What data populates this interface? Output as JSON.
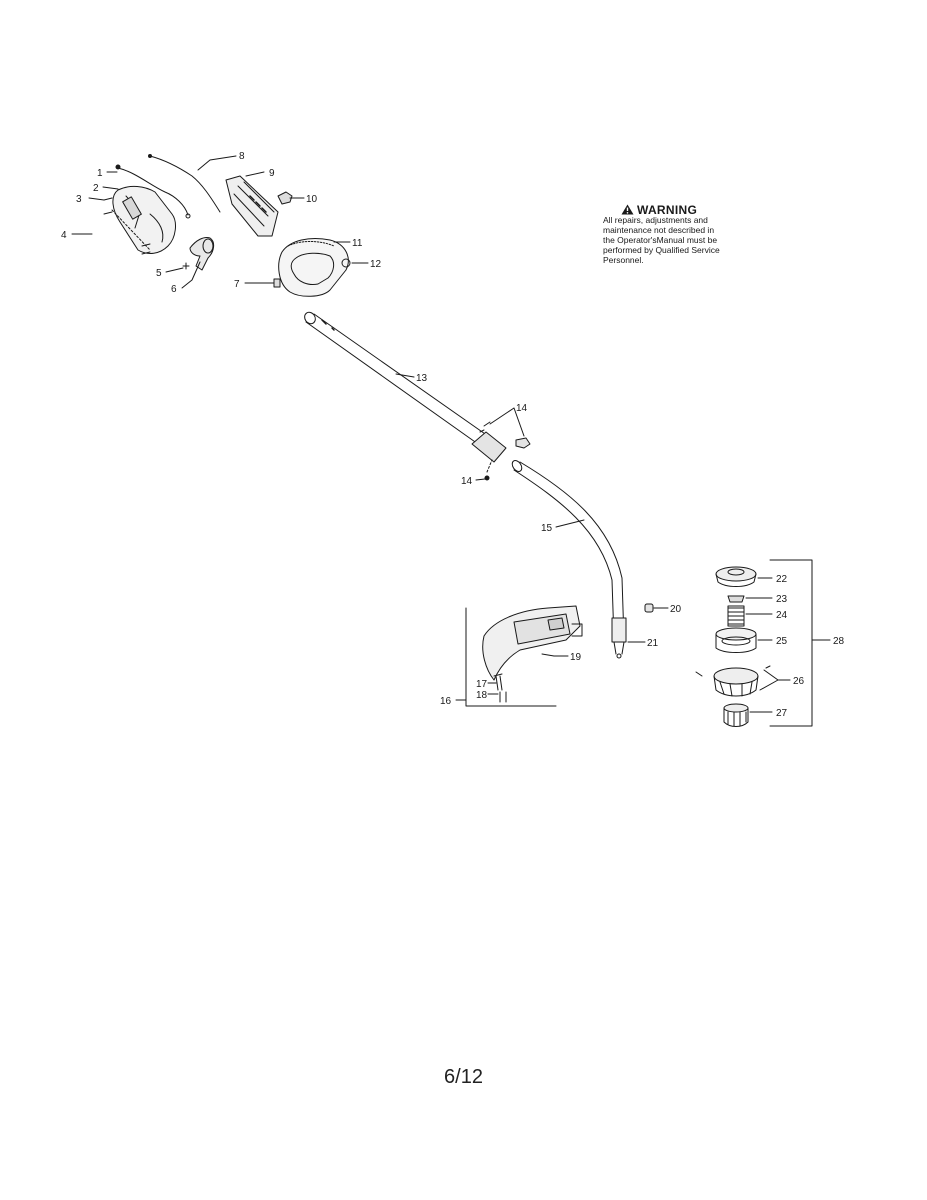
{
  "warning": {
    "title": "WARNING",
    "lines": [
      "All repairs, adjustments and",
      "maintenance not described in",
      "the Operator'sManual must be",
      "performed by Qualified Service",
      "Personnel."
    ]
  },
  "part_labels": {
    "p1": "1",
    "p2": "2",
    "p3": "3",
    "p4": "4",
    "p5": "5",
    "p6": "6",
    "p7": "7",
    "p8": "8",
    "p9": "9",
    "p10": "10",
    "p11": "11",
    "p12": "12",
    "p13": "13",
    "p14a": "14",
    "p14b": "14",
    "p15": "15",
    "p16": "16",
    "p17": "17",
    "p18": "18",
    "p19": "19",
    "p20": "20",
    "p21": "21",
    "p22": "22",
    "p23": "23",
    "p24": "24",
    "p25": "25",
    "p26": "26",
    "p27": "27",
    "p28": "28"
  },
  "page_number": "6/12"
}
